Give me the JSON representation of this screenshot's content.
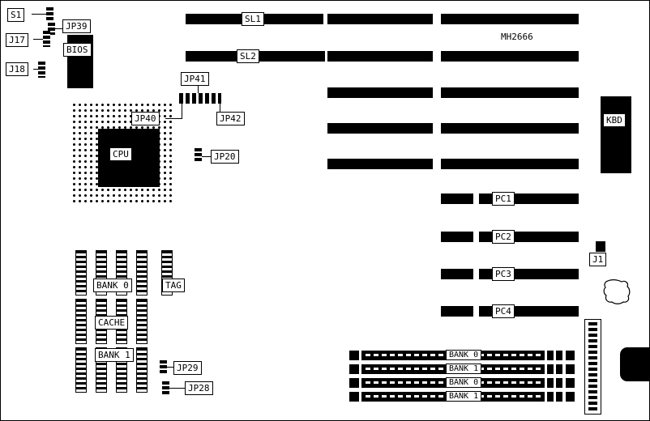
{
  "board": {
    "part_number": "MH2666"
  },
  "connectors": {
    "s1": "S1",
    "j17": "J17",
    "j18": "J18",
    "j1": "J1",
    "jp39": "JP39",
    "jp41": "JP41",
    "jp40": "JP40",
    "jp42": "JP42",
    "jp20": "JP20",
    "jp29": "JP29",
    "jp28": "JP28"
  },
  "chips": {
    "bios": "BIOS",
    "cpu": "CPU",
    "kbd": "KBD"
  },
  "slots": {
    "sl1": "SL1",
    "sl2": "SL2",
    "pc1": "PC1",
    "pc2": "PC2",
    "pc3": "PC3",
    "pc4": "PC4"
  },
  "cache": {
    "bank0": "BANK 0",
    "tag": "TAG",
    "cache_label": "CACHE",
    "bank1": "BANK 1"
  },
  "simm": [
    {
      "label": "BANK 0"
    },
    {
      "label": "BANK 1"
    },
    {
      "label": "BANK 0"
    },
    {
      "label": "BANK 1"
    }
  ],
  "colors": {
    "ink": "#000000",
    "paper": "#ffffff"
  }
}
